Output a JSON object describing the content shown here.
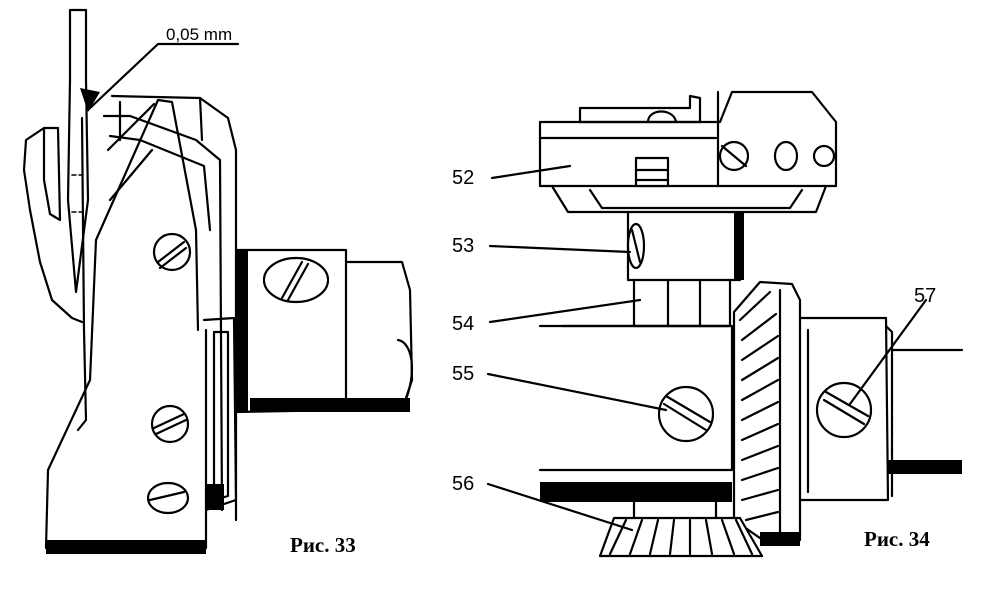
{
  "figure33": {
    "caption": "Рис. 33",
    "dimension": "0,05 mm"
  },
  "figure34": {
    "caption": "Рис. 34",
    "callouts": [
      "52",
      "53",
      "54",
      "55",
      "56",
      "57"
    ]
  },
  "colors": {
    "ink": "#000000",
    "paper": "#ffffff"
  }
}
